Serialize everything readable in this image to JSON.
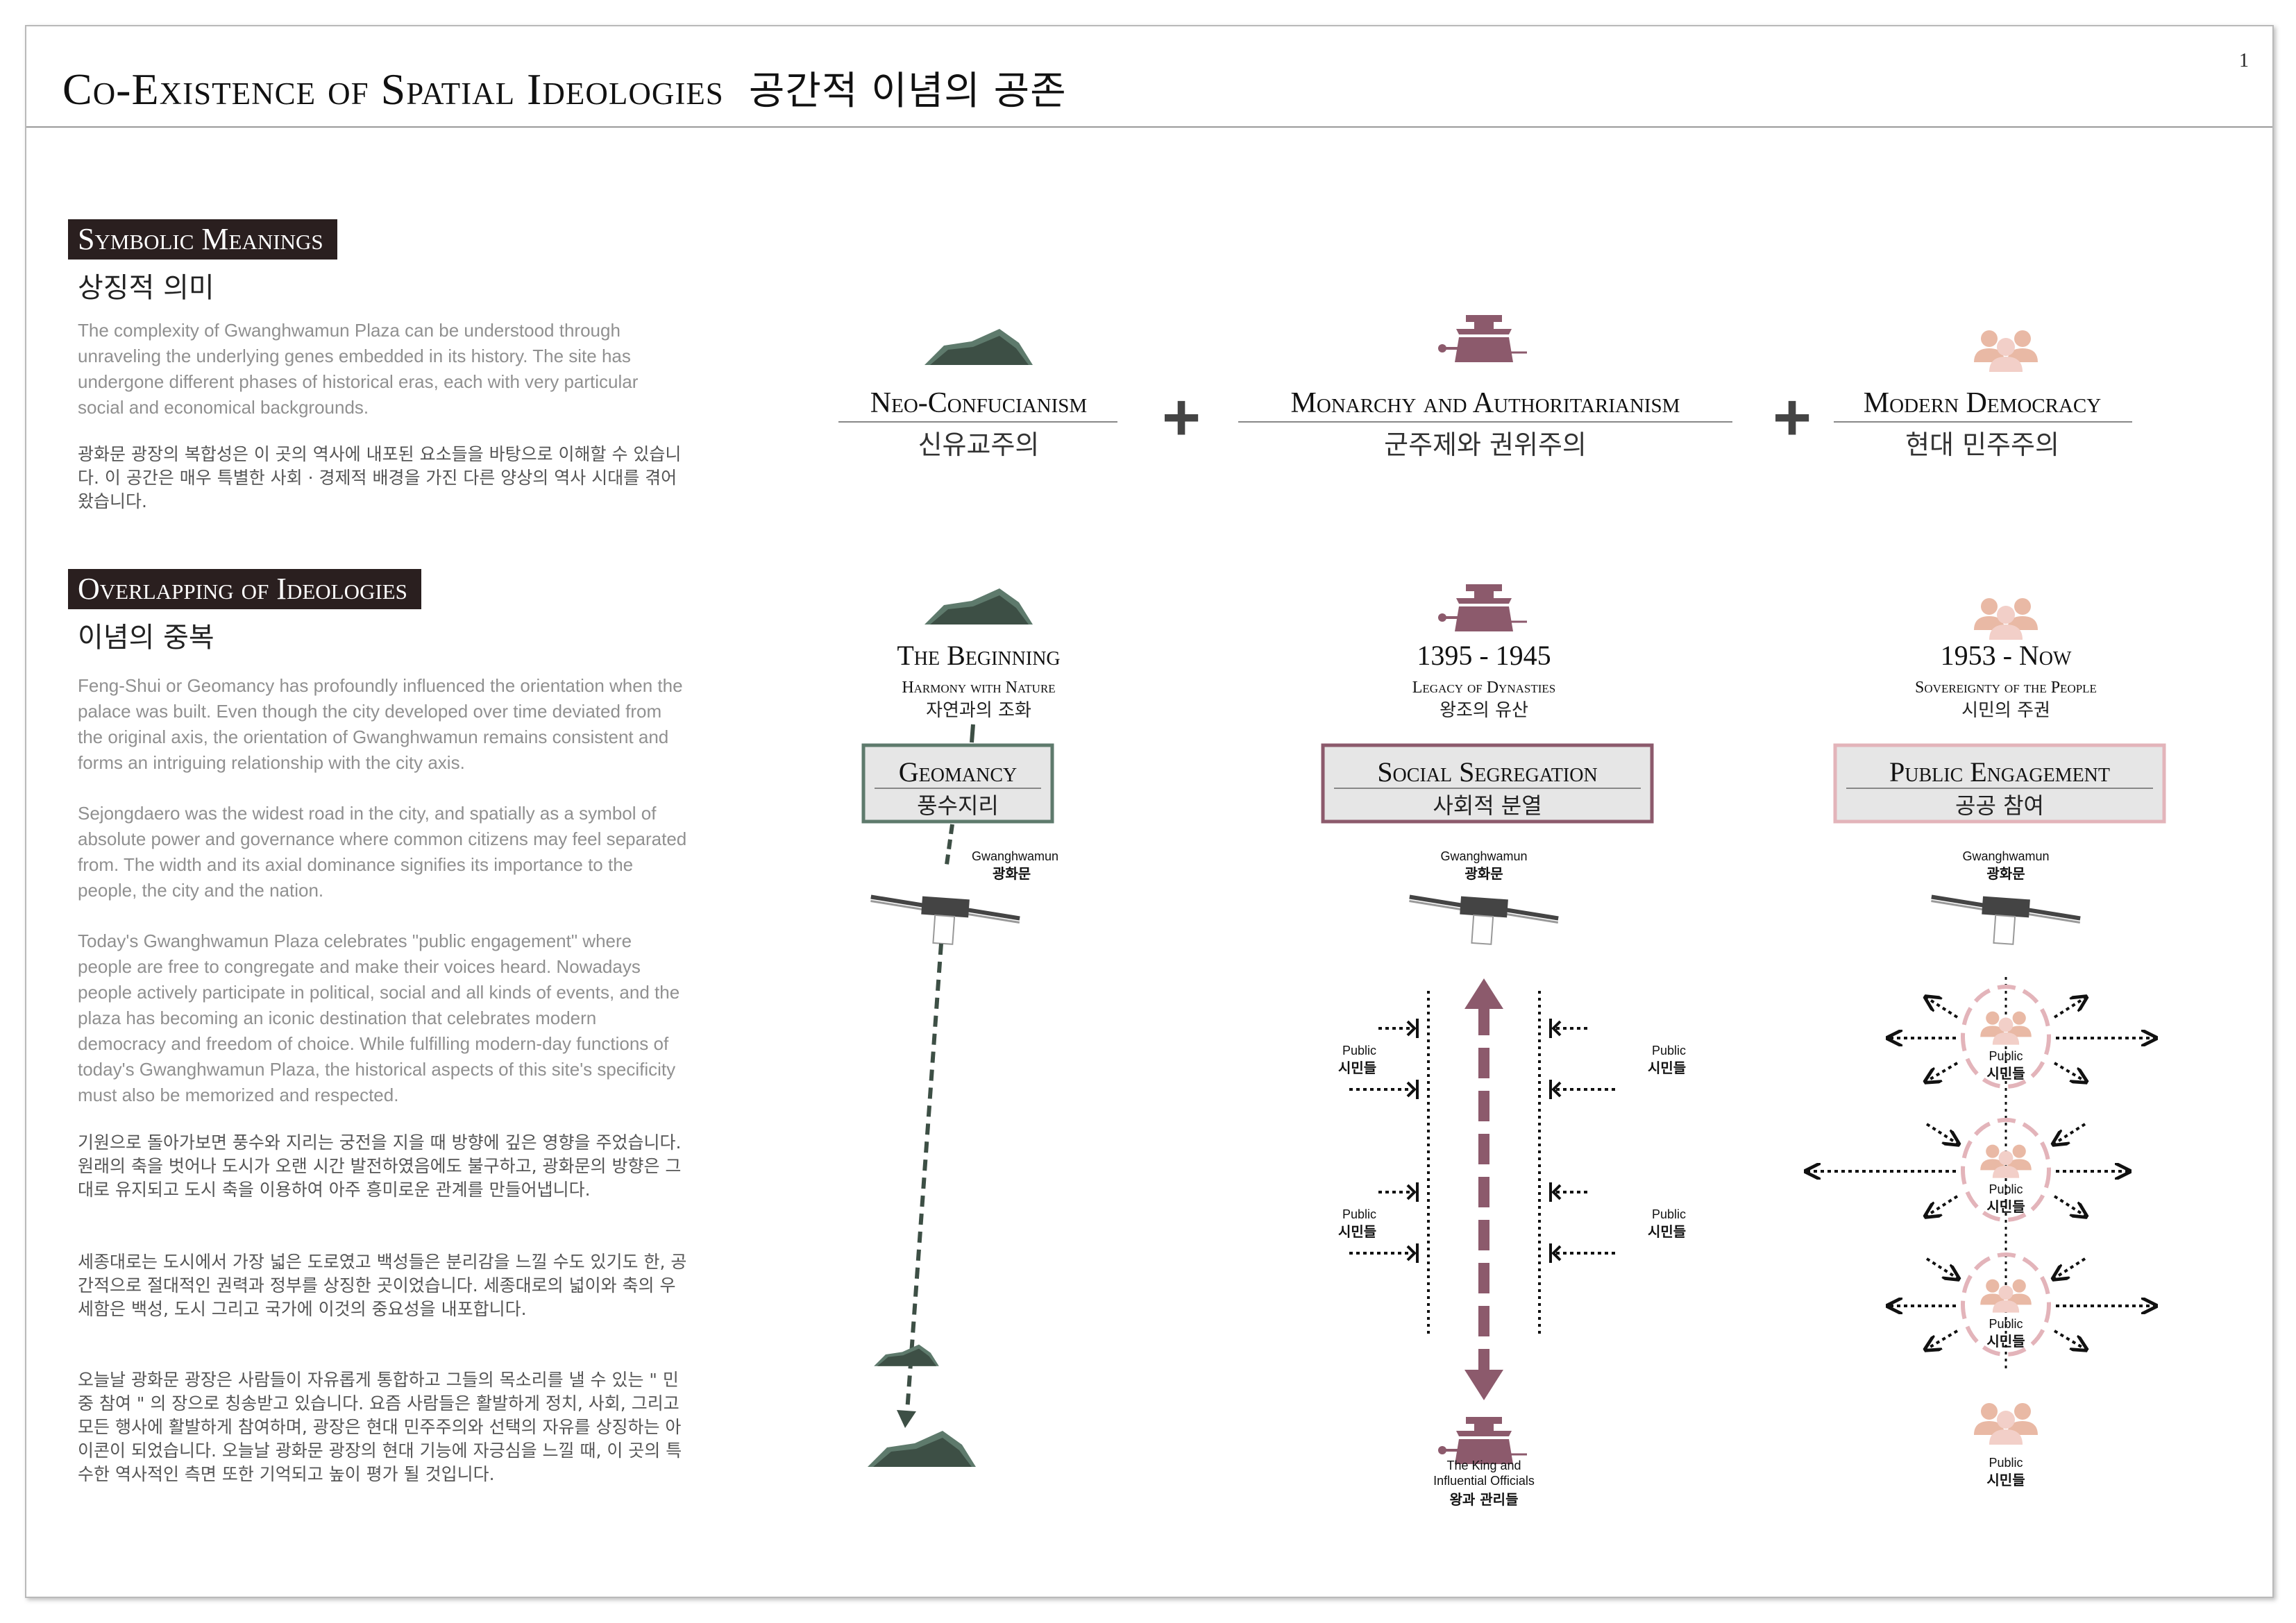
{
  "page_number": "1",
  "title": {
    "en": "Co-Existence of Spatial Ideologies",
    "ko": "공간적 이념의 공존"
  },
  "symbolic": {
    "heading": "Symbolic Meanings",
    "heading_ko": "상징적 의미",
    "para_en": "The complexity of Gwanghwamun Plaza can be understood through unraveling the underlying genes embedded in its history. The site has undergone different phases of historical eras, each with very particular social and economical backgrounds.",
    "para_ko": "광화문 광장의 복합성은 이 곳의 역사에 내포된 요소들을 바탕으로 이해할 수 있습니다. 이 공간은 매우 특별한 사회 · 경제적 배경을 가진 다른 양상의 역사 시대를 겪어왔습니다."
  },
  "overlapping": {
    "heading": "Overlapping of Ideologies",
    "heading_ko": "이념의 중복",
    "para1_en": "Feng-Shui or Geomancy has profoundly influenced the orientation when the palace was built. Even though the city developed over time deviated from the original axis, the orientation of Gwanghwamun remains consistent and forms an intriguing relationship with the city axis.",
    "para2_en": "Sejongdaero was the widest road in the city, and spatially as a symbol of absolute power and governance where common citizens may feel separated from. The width and its axial dominance signifies its importance to the people, the city and the nation.",
    "para3_en": "Today's Gwanghwamun Plaza celebrates \"public engagement\" where people are free to congregate and make their voices heard. Nowadays people actively participate in political, social and all kinds of events, and the plaza has becoming an iconic destination that celebrates modern democracy and freedom of choice. While fulfilling modern-day functions of today's Gwanghwamun Plaza, the historical aspects of this site's specificity must also be memorized and respected.",
    "para1_ko": "기원으로 돌아가보면 풍수와 지리는 궁전을 지을 때 방향에 깊은 영향을 주었습니다. 원래의 축을 벗어나 도시가 오랜 시간 발전하였음에도 불구하고, 광화문의 방향은 그대로 유지되고 도시 축을 이용하여 아주 흥미로운 관계를 만들어냅니다.",
    "para2_ko": "세종대로는 도시에서 가장 넓은 도로였고 백성들은 분리감을 느낄 수도 있기도 한, 공간적으로 절대적인 권력과 정부를 상징한 곳이었습니다. 세종대로의 넓이와 축의 우세함은 백성, 도시 그리고 국가에 이것의 중요성을 내포합니다.",
    "para3_ko": "오늘날 광화문 광장은 사람들이 자유롭게 통합하고 그들의 목소리를 낼 수 있는 \" 민중 참여 \" 의 장으로 칭송받고 있습니다. 요즘 사람들은 활발하게 정치, 사회, 그리고 모든 행사에 활발하게 참여하며, 광장은 현대 민주주의와 선택의 자유를 상징하는 아이콘이 되었습니다. 오늘날 광화문 광장의 현대 기능에 자긍심을 느낄 때, 이 곳의 특수한 역사적인 측면 또한 기억되고 높이 평가 될 것입니다."
  },
  "ideologies": [
    {
      "name": "Neo-Confucianism",
      "ko": "신유교주의",
      "icon": "mountain-icon"
    },
    {
      "name": "Monarchy and Authoritarianism",
      "ko": "군주제와 권위주의",
      "icon": "king-icon"
    },
    {
      "name": "Modern Democracy",
      "ko": "현대 민주주의",
      "icon": "people-icon"
    }
  ],
  "plus_sign": "+",
  "columns": [
    {
      "era": "The Beginning",
      "subtitle": "Harmony with Nature",
      "subtitle_ko": "자연과의 조화",
      "box_title": "Geomancy",
      "box_ko": "풍수지리",
      "color": "#5e7a6c"
    },
    {
      "era": "1395 - 1945",
      "subtitle": "Legacy of Dynasties",
      "subtitle_ko": "왕조의 유산",
      "box_title": "Social Segregation",
      "box_ko": "사회적 분열",
      "color": "#8c5a6c"
    },
    {
      "era": "1953 - Now",
      "subtitle": "Sovereignty of the People",
      "subtitle_ko": "시민의 주권",
      "box_title": "Public Engagement",
      "box_ko": "공공 참여",
      "color": "#e3b4ba"
    }
  ],
  "gate_label": "Gwanghwamun",
  "gate_label_ko": "광화문",
  "public_label": "Public",
  "public_label_ko": "시민들",
  "king_label_line1": "The King and",
  "king_label_line2": "Influential Officials",
  "king_label_ko": "왕과 관리들",
  "colors": {
    "mountain": "#5e7a6c",
    "mountain_dark": "#3d4f45",
    "king": "#8c5a6c",
    "people": "#e9b9a5",
    "people_light": "#f2d3cf",
    "dark_band": "#2a1f1f"
  }
}
